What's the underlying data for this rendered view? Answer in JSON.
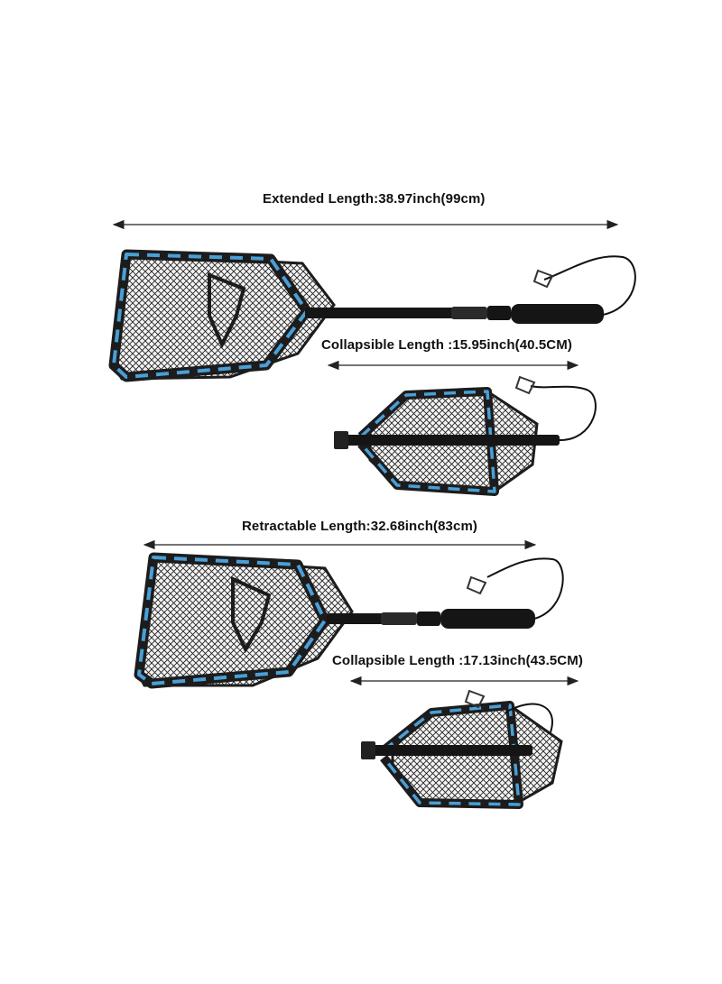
{
  "labels": {
    "extended": "Extended Length:38.97inch(99cm)",
    "collapsible_1": "Collapsible Length :15.95inch(40.5CM)",
    "retractable": "Retractable Length:32.68inch(83cm)",
    "collapsible_2": "Collapsible Length :17.13inch(43.5CM)"
  },
  "colors": {
    "frame": "#1c1c1c",
    "accent": "#4a9fd6",
    "handle": "#151515",
    "text": "#111111",
    "arrow": "#222222"
  }
}
